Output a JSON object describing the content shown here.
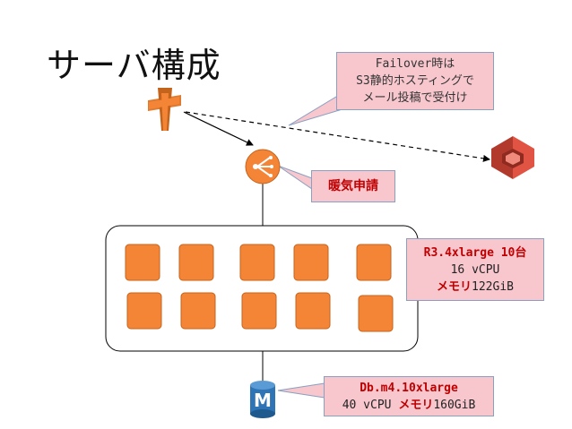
{
  "title": "サーバ構成",
  "callouts": {
    "failover": {
      "line1": "Failover時は",
      "line2": "S3静的ホスティングで",
      "line3": "メール投稿で受付け"
    },
    "warmup": {
      "text": "暖気申請"
    },
    "instances": {
      "line1": "R3.4xlarge 10台",
      "line2": "16 vCPU",
      "line3_a": "メモリ",
      "line3_b": "122GiB"
    },
    "db": {
      "line1": "Db.m4.10xlarge",
      "line2_a": "40 vCPU ",
      "line2_b": "メモリ",
      "line2_c": "160GiB"
    }
  },
  "icons": {
    "dns": "route53-icon",
    "lb": "load-balancer-icon",
    "s3": "s3-bucket-icon",
    "db": "rds-database-icon",
    "db_letter": "M"
  },
  "colors": {
    "aws_orange": "#f58536",
    "aws_orange_dark": "#c4631c",
    "s3_red": "#e15343",
    "callout_fill": "#f8c7ce",
    "callout_text_red": "#c00000",
    "db_blue": "#2f74b5"
  }
}
